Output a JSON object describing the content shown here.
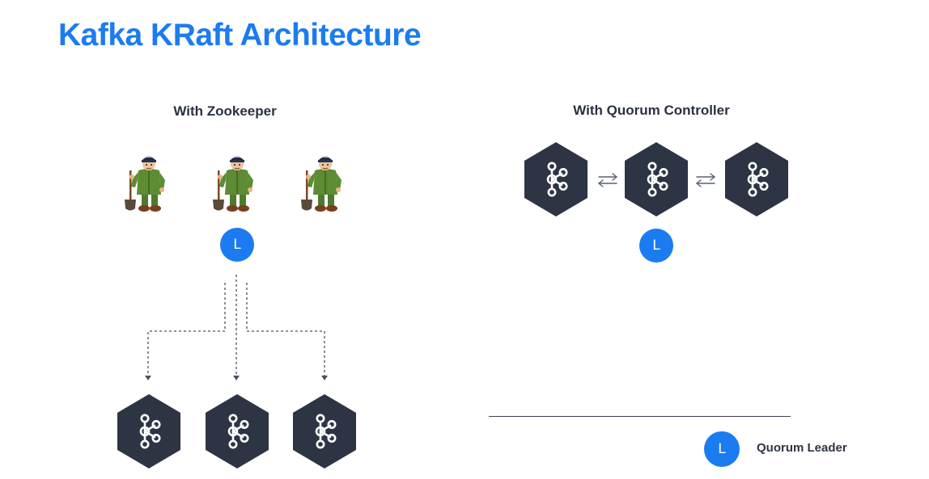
{
  "title": "Kafka KRaft Architecture",
  "left_section": {
    "heading": "With Zookeeper",
    "leader_letter": "L"
  },
  "right_section": {
    "heading": "With Quorum Controller",
    "leader_letter": "L"
  },
  "legend": {
    "letter": "L",
    "label": "Quorum Leader"
  },
  "colors": {
    "title": "#1a7cf0",
    "leader": "#1a7cf0",
    "hexagon": "#2d3544",
    "text": "#2a3140"
  },
  "icons": [
    "zookeeper-icon",
    "kafka-broker-icon",
    "bidirectional-arrow-icon",
    "dashed-arrow"
  ]
}
